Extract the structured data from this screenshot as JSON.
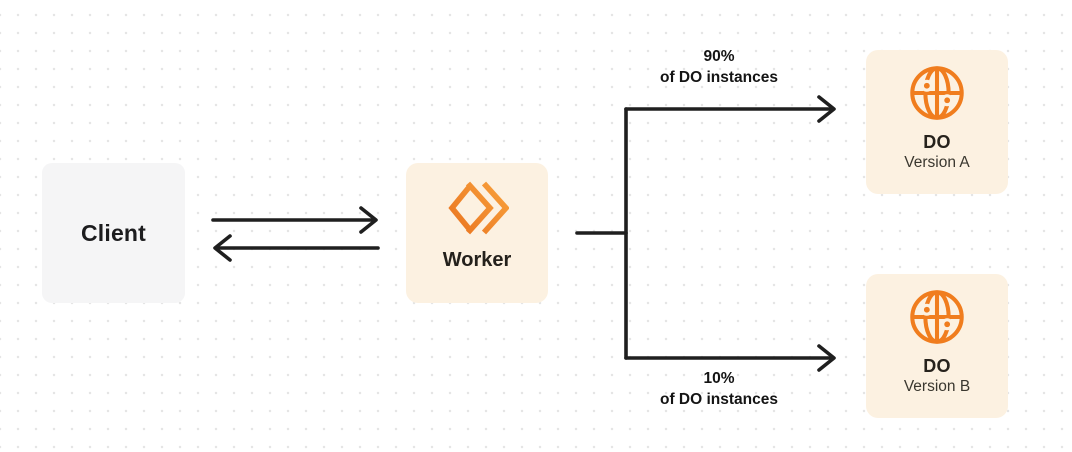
{
  "diagram": {
    "client": {
      "label": "Client"
    },
    "worker": {
      "label": "Worker"
    },
    "branch_a": {
      "percent": "90%",
      "caption": "of DO instances"
    },
    "branch_b": {
      "percent": "10%",
      "caption": "of DO instances"
    },
    "do_a": {
      "title": "DO",
      "subtitle": "Version A"
    },
    "do_b": {
      "title": "DO",
      "subtitle": "Version B"
    },
    "colors": {
      "accent_orange": "#f07d1e",
      "workers_gradient_start": "#e8701d",
      "workers_gradient_end": "#f9a43e",
      "node_cream": "#fcf1e1",
      "node_gray": "#f5f5f6",
      "arrow": "#1f1f1f",
      "dot_grid": "#e5e5e5"
    }
  }
}
